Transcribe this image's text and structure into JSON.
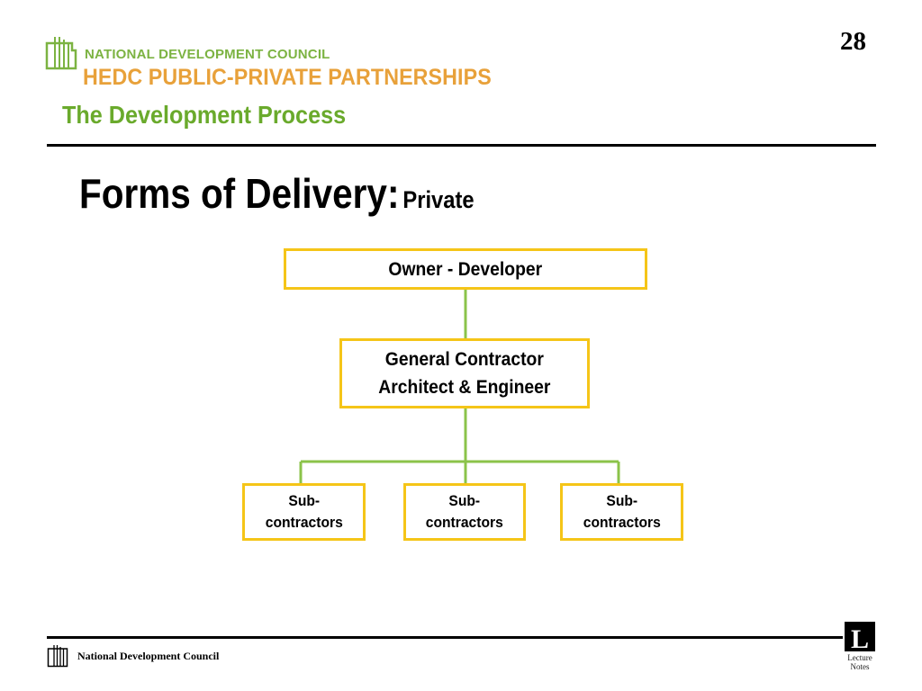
{
  "header": {
    "org_name": "NATIONAL DEVELOPMENT COUNCIL",
    "program_name": "HEDC PUBLIC-PRIVATE PARTNERSHIPS",
    "section_title": "The Development Process",
    "page_number": "28"
  },
  "slide": {
    "heading_main": "Forms of Delivery:",
    "heading_sub": "Private"
  },
  "diagram": {
    "nodes": {
      "owner": "Owner - Developer",
      "gc_line1": "General Contractor",
      "gc_line2": "Architect & Engineer",
      "sub_line1": "Sub-",
      "sub_line2": "contractors"
    },
    "colors": {
      "box_border": "#f5c518",
      "connector": "#8bc34a"
    }
  },
  "footer": {
    "text": "National Development Council",
    "badge_letter": "L",
    "badge_word1": "Lecture",
    "badge_word2": "Notes"
  },
  "icons": {
    "header_logo": "ndc-building-icon",
    "footer_logo": "ndc-building-icon",
    "badge": "lecture-notes-logo"
  }
}
